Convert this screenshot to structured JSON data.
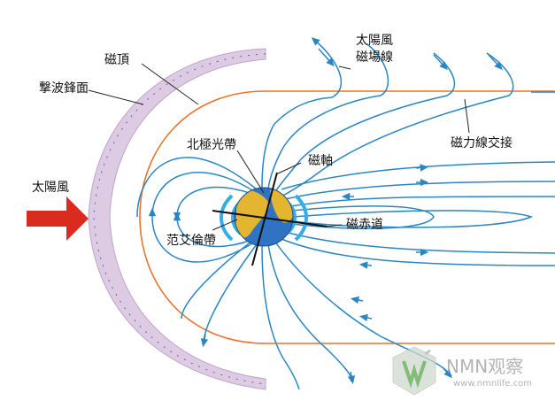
{
  "labels": {
    "bow_shock": "撃波鋒面",
    "magnetopause": "磁頂",
    "solar_wind_field_lines": "太陽風\n磁場線",
    "magnetic_reconnection": "磁力線交接",
    "solar_wind": "太陽風",
    "aurora": "北極光帶",
    "magnetic_axis": "磁軸",
    "magnetic_equator": "磁赤道",
    "van_allen_belt": "范艾倫帶"
  },
  "watermark": {
    "brand": "NMN观察",
    "url": "www.nmnlife.com"
  },
  "colors": {
    "field_line": "#2a86c2",
    "magnetopause": "#e8742e",
    "bow_shock": "#c9b4d3",
    "solar_wind_arrow": "#d92b1e",
    "earth_land": "#e3b531",
    "earth_ocean": "#2f73c2",
    "van_allen": "#35aee6"
  }
}
